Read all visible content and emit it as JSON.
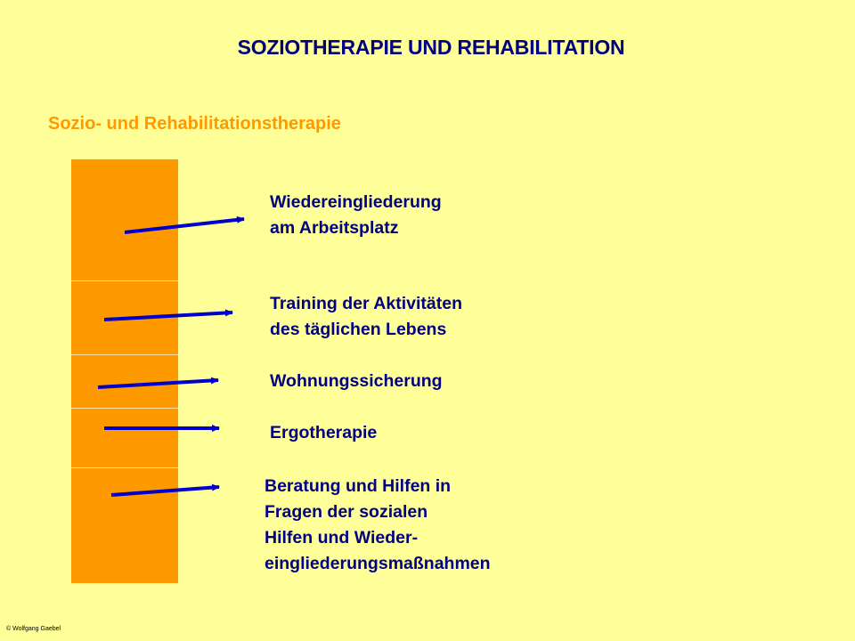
{
  "title": "SOZIOTHERAPIE UND REHABILITATION",
  "subtitle": "Sozio- und Rehabilitationstherapie",
  "items": [
    {
      "lines": [
        "Wiedereingliederung",
        "am Arbeitsplatz"
      ]
    },
    {
      "lines": [
        "Training der Aktivitäten",
        "des täglichen Lebens"
      ]
    },
    {
      "lines": [
        "Wohnungssicherung"
      ]
    },
    {
      "lines": [
        "Ergotherapie"
      ]
    },
    {
      "lines": [
        "Beratung und Hilfen in",
        "Fragen der sozialen",
        "Hilfen und Wieder-",
        "eingliederungsmaßnahmen"
      ]
    }
  ],
  "copyright": "© Wolfgang Gaebel",
  "colors": {
    "background": "#FFFF99",
    "bar": "#FF9900",
    "arrow": "#0000CC",
    "text": "#000080",
    "subtitle": "#FF9900"
  }
}
